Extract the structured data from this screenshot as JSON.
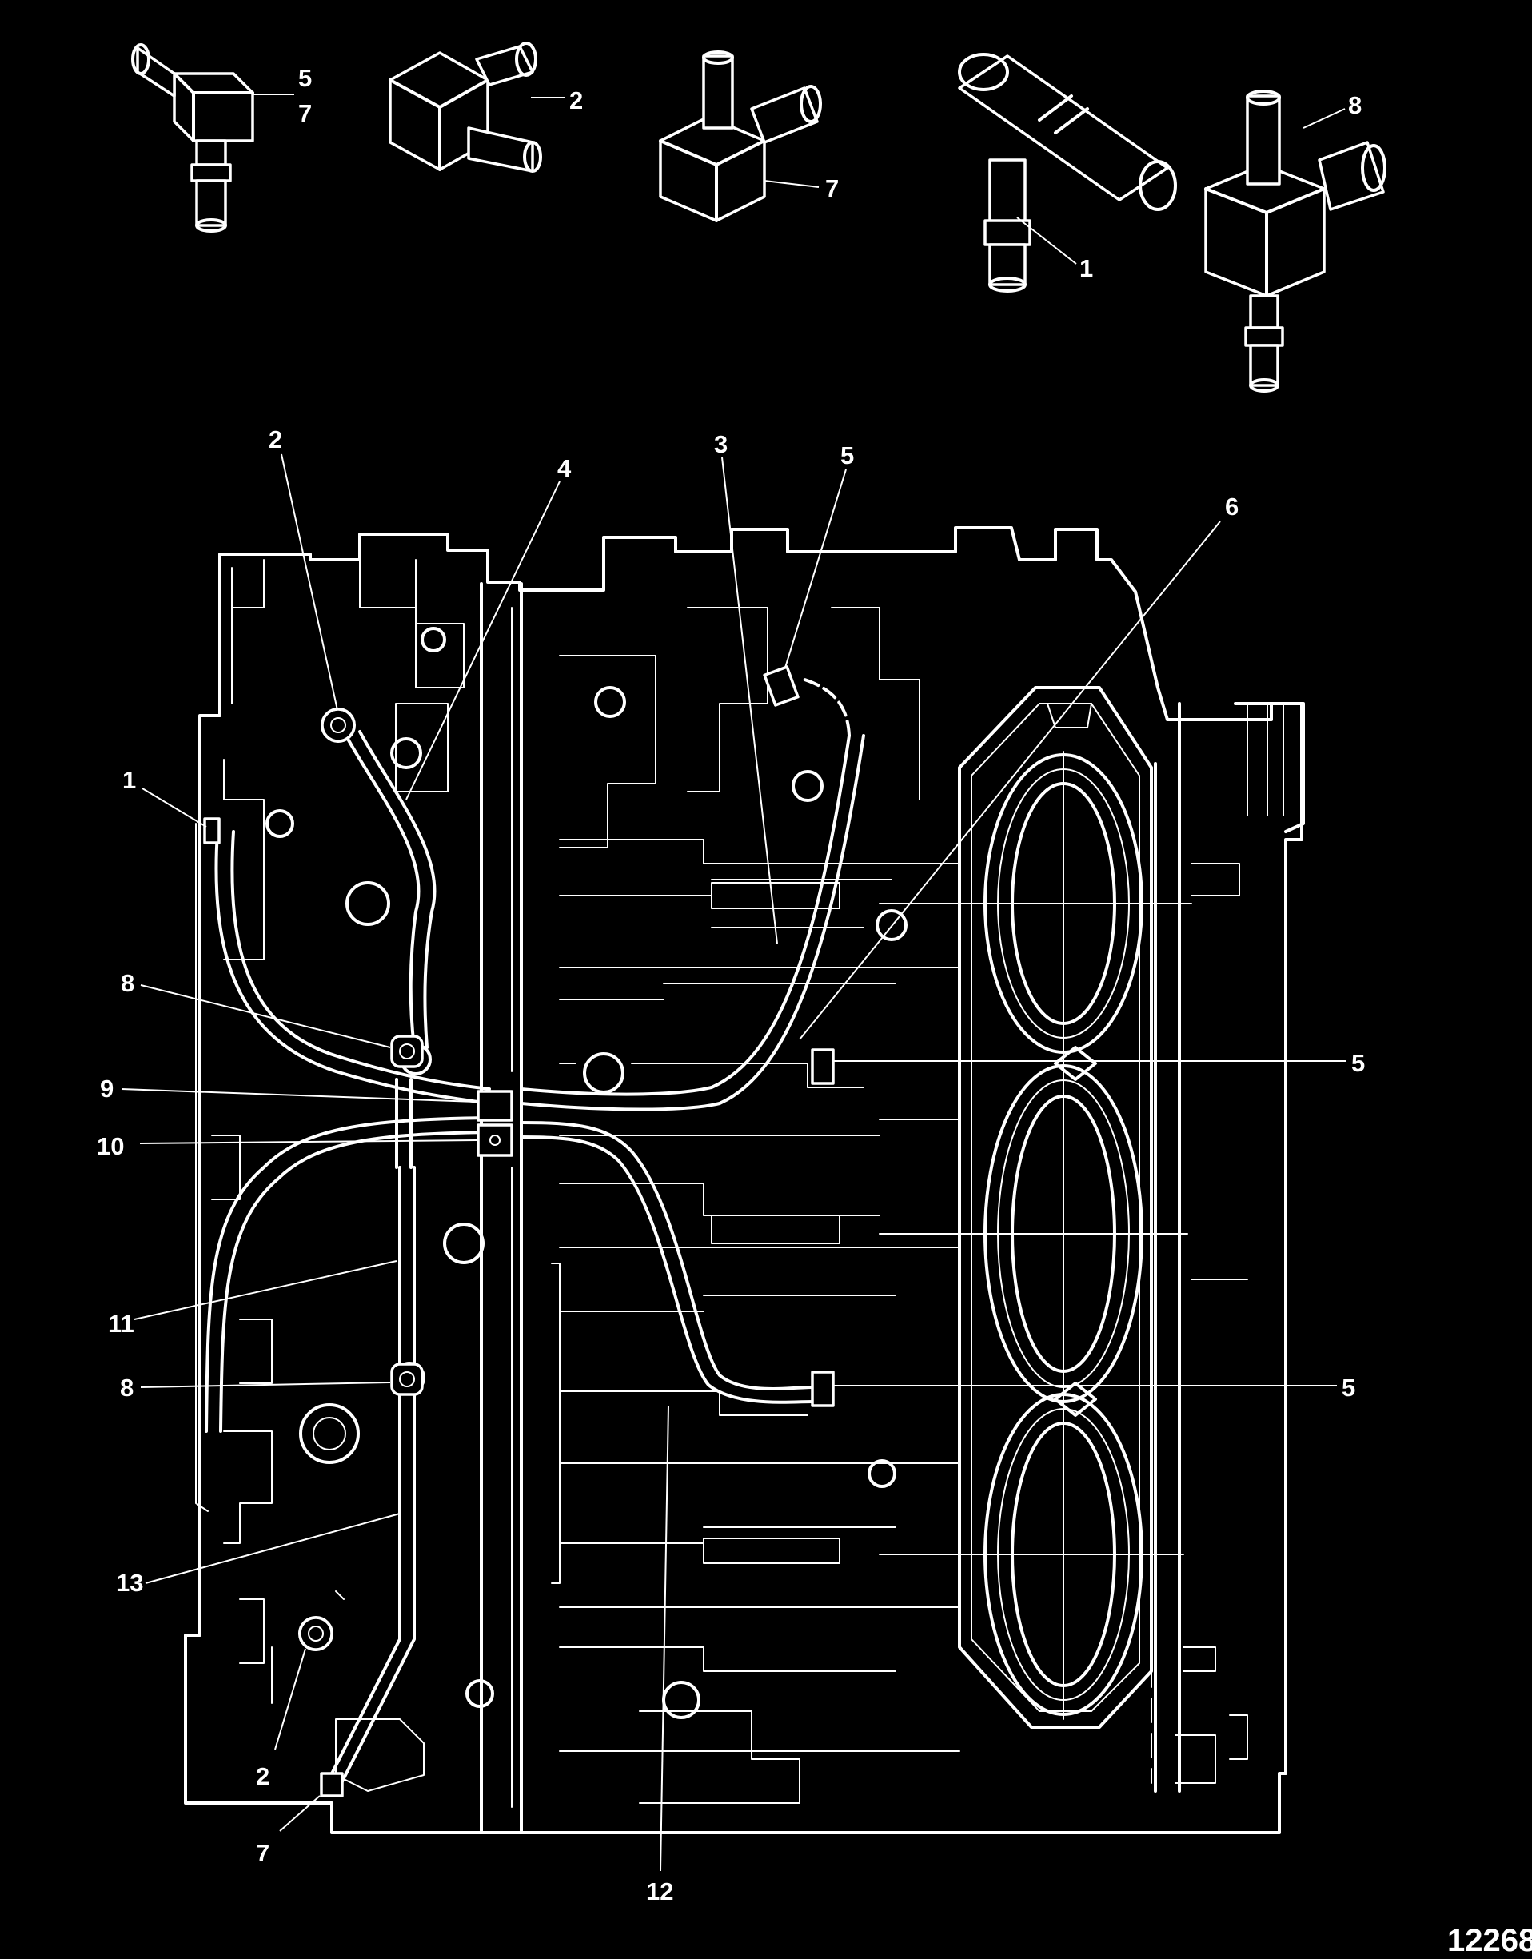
{
  "figure_id": "12268",
  "fittings": [
    {
      "name": "fitting-elbow-a",
      "labels": [
        "5",
        "7"
      ]
    },
    {
      "name": "fitting-elbow-b",
      "labels": [
        "2"
      ]
    },
    {
      "name": "fitting-tee-a",
      "labels": [
        "7"
      ]
    },
    {
      "name": "fitting-tee-large",
      "labels": [
        "1"
      ]
    },
    {
      "name": "fitting-tee-b",
      "labels": [
        "8"
      ]
    }
  ],
  "callouts": {
    "c2_top": "2",
    "c4": "4",
    "c3": "3",
    "c5_top": "5",
    "c6": "6",
    "c1": "1",
    "c8_upper": "8",
    "c9": "9",
    "c10": "10",
    "c5_mid": "5",
    "c11": "11",
    "c8_lower": "8",
    "c5_lower": "5",
    "c13": "13",
    "c2_bottom": "2",
    "c7": "7",
    "c12": "12"
  }
}
